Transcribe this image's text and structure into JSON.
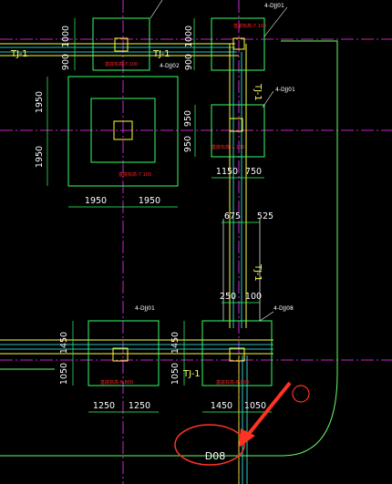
{
  "drawing": {
    "beam_labels": [
      "TJ-1",
      "TJ-1",
      "TJ-1",
      "TJ-1",
      "TJ-1"
    ],
    "footing_tags": [
      "4-DJJ01",
      "4-DJJ02",
      "4-DJJ01",
      "4-DJJ01",
      "4-DJJ08"
    ],
    "elev_notes": [
      "基底标高-7.100",
      "基底标高-7.100",
      "基底标高-7.100",
      "基底标高-7.100",
      "基底标高-6.800",
      "基底标高-6.800"
    ],
    "dims": {
      "top_left_v1": "1000",
      "top_left_v2": "900",
      "top_right_v1": "1000",
      "top_right_v2": "900",
      "big_v1": "1950",
      "big_v2": "1950",
      "big_h1": "1950",
      "big_h2": "1950",
      "mid_v1": "950",
      "mid_v2": "950",
      "mid_h1": "1150",
      "mid_h2": "750",
      "w1": "675",
      "w2": "525",
      "w3": "250",
      "w4": "100",
      "bl_v1": "1450",
      "bl_v2": "1050",
      "bl_h1": "1250",
      "bl_h2": "1250",
      "br_v1": "1450",
      "br_v2": "1050",
      "br_h1": "1450",
      "br_h2": "1050"
    },
    "axis_label": "D08"
  }
}
